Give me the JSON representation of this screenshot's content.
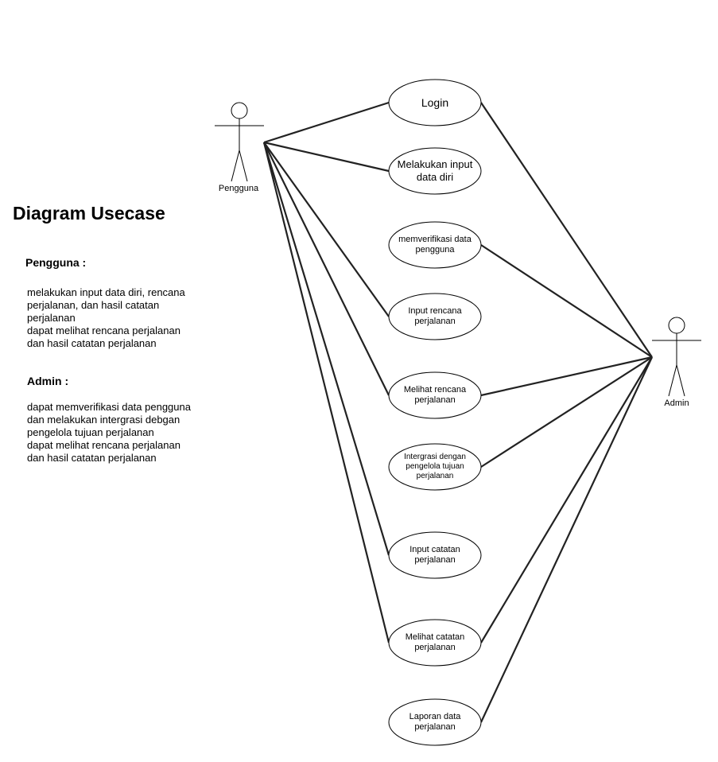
{
  "title": "Diagram Usecase",
  "pengguna_section": {
    "heading": "Pengguna :",
    "lines": [
      "melakukan input data diri, rencana",
      "perjalanan, dan hasil catatan",
      "perjalanan",
      "dapat melihat rencana perjalanan",
      "dan hasil catatan perjalanan"
    ]
  },
  "admin_section": {
    "heading": "Admin :",
    "lines": [
      "dapat memverifikasi data pengguna",
      "dan melakukan intergrasi debgan",
      "pengelola tujuan perjalanan",
      "dapat melihat rencana perjalanan",
      "dan hasil catatan perjalanan"
    ]
  },
  "actors": {
    "pengguna": "Pengguna",
    "admin": "Admin"
  },
  "use_cases": [
    {
      "id": "login",
      "label": "Login",
      "actors": [
        "pengguna",
        "admin"
      ]
    },
    {
      "id": "input-data-diri",
      "label": "Melakukan input data diri",
      "actors": [
        "pengguna"
      ]
    },
    {
      "id": "verifikasi-data",
      "label": "memverifikasi data pengguna",
      "actors": [
        "admin"
      ]
    },
    {
      "id": "input-rencana",
      "label": "Input rencana perjalanan",
      "actors": [
        "pengguna"
      ]
    },
    {
      "id": "melihat-rencana",
      "label": "Melihat rencana perjalanan",
      "actors": [
        "pengguna",
        "admin"
      ]
    },
    {
      "id": "integrasi",
      "label": "Intergrasi dengan pengelola tujuan perjalanan",
      "actors": [
        "admin"
      ]
    },
    {
      "id": "input-catatan",
      "label": "Input catatan perjalanan",
      "actors": [
        "pengguna"
      ]
    },
    {
      "id": "melihat-catatan",
      "label": "Melihat  catatan perjalanan",
      "actors": [
        "pengguna",
        "admin"
      ]
    },
    {
      "id": "laporan",
      "label": "Laporan data perjalanan",
      "actors": [
        "admin"
      ]
    }
  ]
}
